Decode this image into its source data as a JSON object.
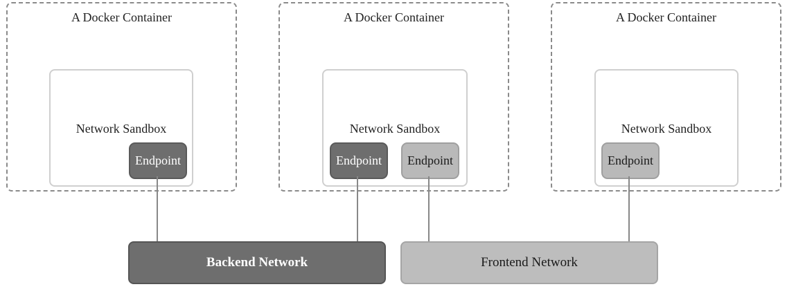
{
  "containers": [
    {
      "title": "A Docker Container",
      "sandbox": {
        "title": "Network Sandbox",
        "endpoints": [
          {
            "label": "Endpoint",
            "network": "backend"
          }
        ]
      }
    },
    {
      "title": "A Docker Container",
      "sandbox": {
        "title": "Network Sandbox",
        "endpoints": [
          {
            "label": "Endpoint",
            "network": "backend"
          },
          {
            "label": "Endpoint",
            "network": "frontend"
          }
        ]
      }
    },
    {
      "title": "A Docker Container",
      "sandbox": {
        "title": "Network Sandbox",
        "endpoints": [
          {
            "label": "Endpoint",
            "network": "frontend"
          }
        ]
      }
    }
  ],
  "networks": {
    "backend": {
      "label": "Backend Network",
      "color": "#6e6e6e"
    },
    "frontend": {
      "label": "Frontend Network",
      "color": "#bdbdbd"
    }
  }
}
